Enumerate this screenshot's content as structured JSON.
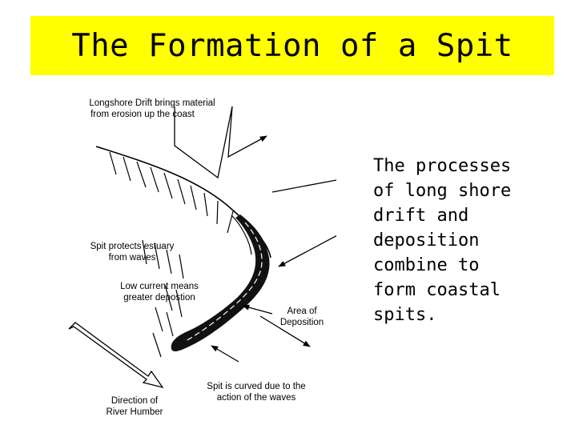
{
  "title": "The Formation of a Spit",
  "body_text": "The processes\nof long shore\ndrift and\ndeposition\ncombine to\nform coastal\nspits.",
  "diagram": {
    "labels": {
      "longshore_1": "Longshore Drift brings material",
      "longshore_2": "from erosion up the coast",
      "spit_protects_1": "Spit protects estuary",
      "spit_protects_2": "from waves",
      "low_current_1": "Low current means",
      "low_current_2": "greater depostion",
      "area_1": "Area of",
      "area_2": "Deposition",
      "curved_1": "Spit is curved due to the",
      "curved_2": "action of the waves",
      "direction_1": "Direction of",
      "direction_2": "River Humber"
    }
  },
  "colors": {
    "title_background": "#ffff00",
    "text": "#000000"
  }
}
